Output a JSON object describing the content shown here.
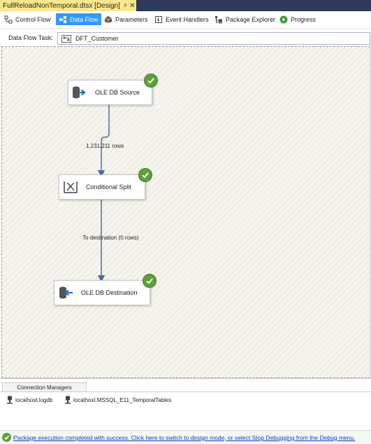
{
  "document_tab": {
    "title": "FullReloadNonTemporal.dtsx [Design]",
    "pin": "ᵖ",
    "close": "✕"
  },
  "designer_tabs": [
    {
      "label": "Control Flow",
      "icon": "control-flow-icon"
    },
    {
      "label": "Data Flow",
      "icon": "data-flow-icon",
      "active": true
    },
    {
      "label": "Parameters",
      "icon": "parameters-icon"
    },
    {
      "label": "Event Handlers",
      "icon": "event-handlers-icon"
    },
    {
      "label": "Package Explorer",
      "icon": "package-explorer-icon"
    },
    {
      "label": "Progress",
      "icon": "progress-icon"
    }
  ],
  "task_selector": {
    "label": "Data Flow Task:",
    "value": "DFT_Customer"
  },
  "components": {
    "source": {
      "name": "OLE DB Source",
      "status": "success"
    },
    "split": {
      "name": "Conditional Split",
      "status": "success"
    },
    "destination": {
      "name": "OLE DB Destination",
      "status": "success"
    }
  },
  "paths": {
    "source_to_split": "1,231,211 rows",
    "split_to_destination": "To destination (0 rows)"
  },
  "connection_managers": {
    "tab_label": "Connection Managers",
    "items": [
      "localhost.logdb",
      "localhost.MSSQL_E11_TemporalTables"
    ]
  },
  "status_bar": {
    "message": "Package execution completed with success. Click here to switch to design mode, or select Stop Debugging from the Debug menu."
  },
  "colors": {
    "accent": "#3399ff",
    "success": "#5da13a",
    "tab_strip": "#2d3a5c",
    "active_doc_tab": "#fce88c"
  }
}
